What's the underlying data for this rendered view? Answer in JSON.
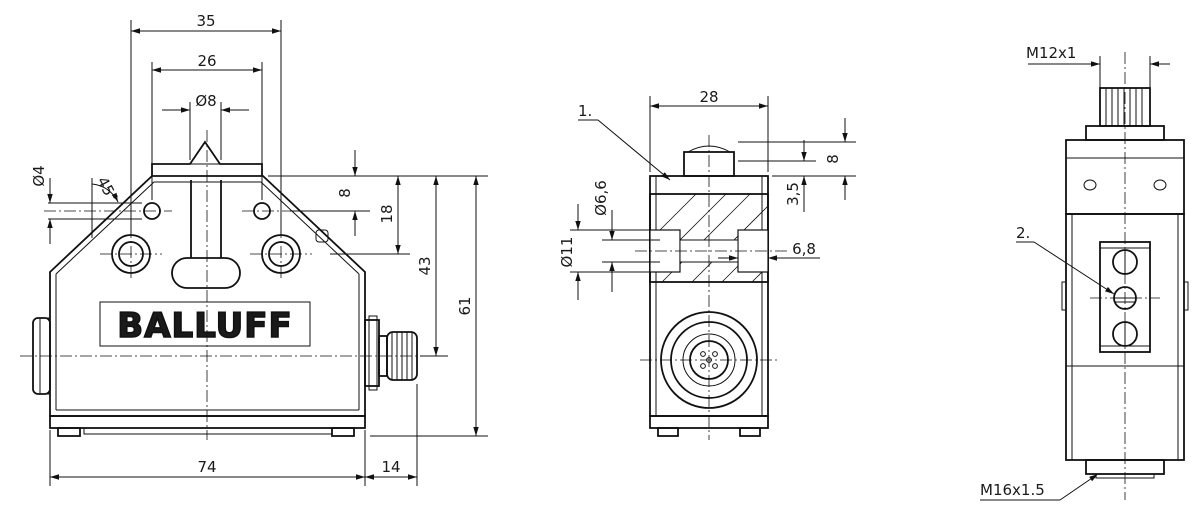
{
  "front_view": {
    "dims": {
      "width_outer": "35",
      "width_inner": "26",
      "plunger_dia": "Ø8",
      "hole_dia": "Ø4",
      "angle": "45°",
      "height_8": "8",
      "height_18": "18",
      "height_43": "43",
      "height_61": "61",
      "length_74": "74",
      "length_14": "14"
    },
    "logo": "BALLUFF"
  },
  "side_view": {
    "dims": {
      "width_28": "28",
      "height_8": "8",
      "height_3_5": "3,5",
      "bore_6_6": "Ø6,6",
      "bore_11": "Ø11",
      "depth_6_8": "6,8"
    },
    "callout": "1."
  },
  "rear_view": {
    "dims": {
      "thread_top": "M12x1",
      "thread_bottom": "M16x1.5"
    },
    "callout": "2."
  }
}
